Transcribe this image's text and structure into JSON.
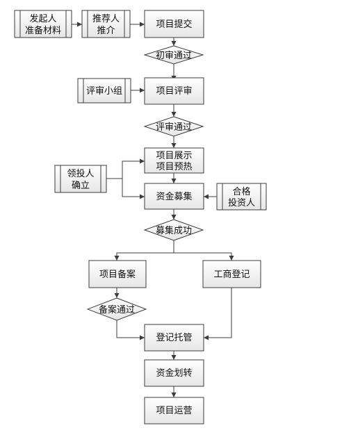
{
  "nodes": {
    "sponsor_prepare": [
      "发起人",
      "准备材料"
    ],
    "recommender": [
      "推荐人",
      "推介"
    ],
    "project_submit": [
      "项目提交"
    ],
    "initial_review_pass": [
      "初审通过"
    ],
    "review_panel": [
      "评审小组"
    ],
    "project_review": [
      "项目评审"
    ],
    "review_pass": [
      "评审通过"
    ],
    "project_showcase": [
      "项目展示",
      "项目预热"
    ],
    "lead_investor": [
      "领投人",
      "确立"
    ],
    "fundraising": [
      "资金募集"
    ],
    "qualified_investors": [
      "合格",
      "投资人"
    ],
    "fundraising_success": [
      "募集成功"
    ],
    "project_filing": [
      "项目备案"
    ],
    "business_registration": [
      "工商登记"
    ],
    "filing_pass": [
      "备案通过"
    ],
    "registration_custody": [
      "登记托管"
    ],
    "fund_transfer": [
      "资金划转"
    ],
    "project_operation": [
      "项目运营"
    ]
  }
}
